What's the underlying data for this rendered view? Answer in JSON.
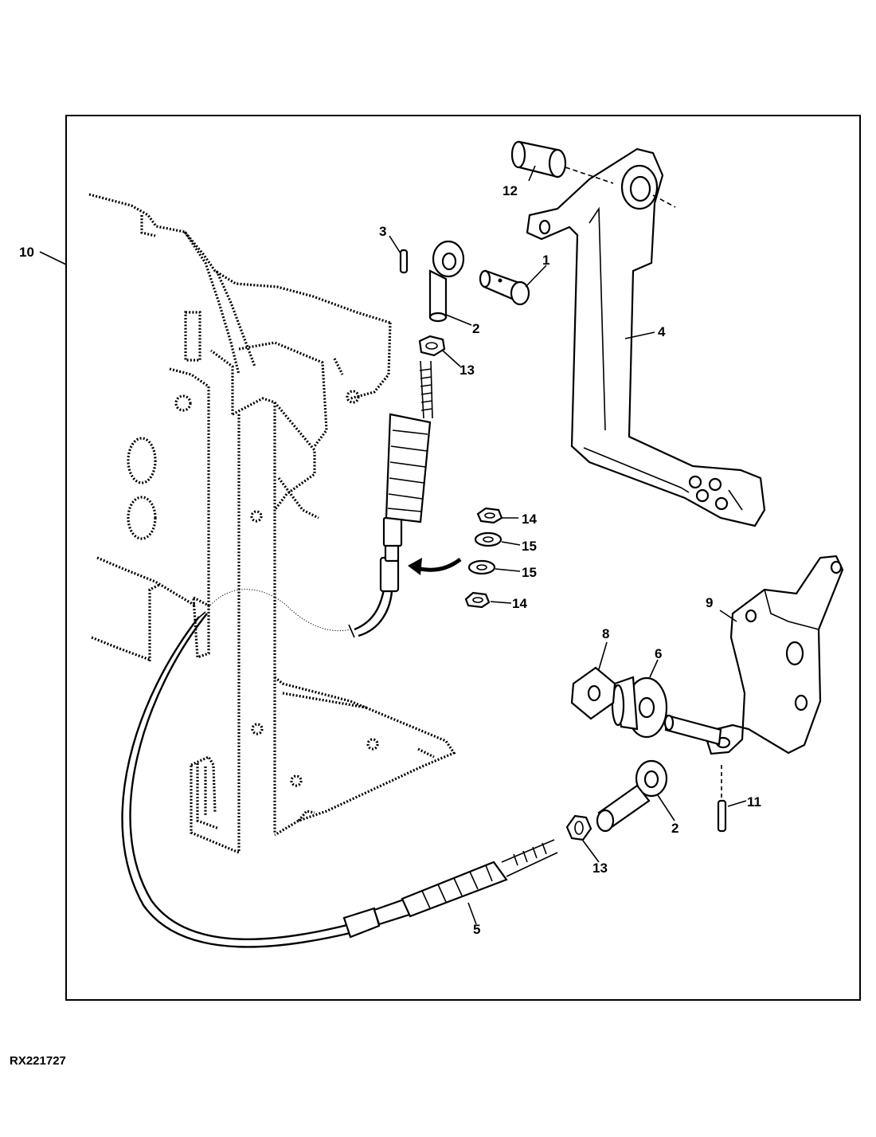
{
  "figure_id": "RX221727",
  "callouts": {
    "c1": "1",
    "c2a": "2",
    "c2b": "2",
    "c3": "3",
    "c4": "4",
    "c5": "5",
    "c6": "6",
    "c8": "8",
    "c9": "9",
    "c10": "10",
    "c11": "11",
    "c12": "12",
    "c13a": "13",
    "c13b": "13",
    "c14a": "14",
    "c14b": "14",
    "c15a": "15",
    "c15b": "15"
  }
}
